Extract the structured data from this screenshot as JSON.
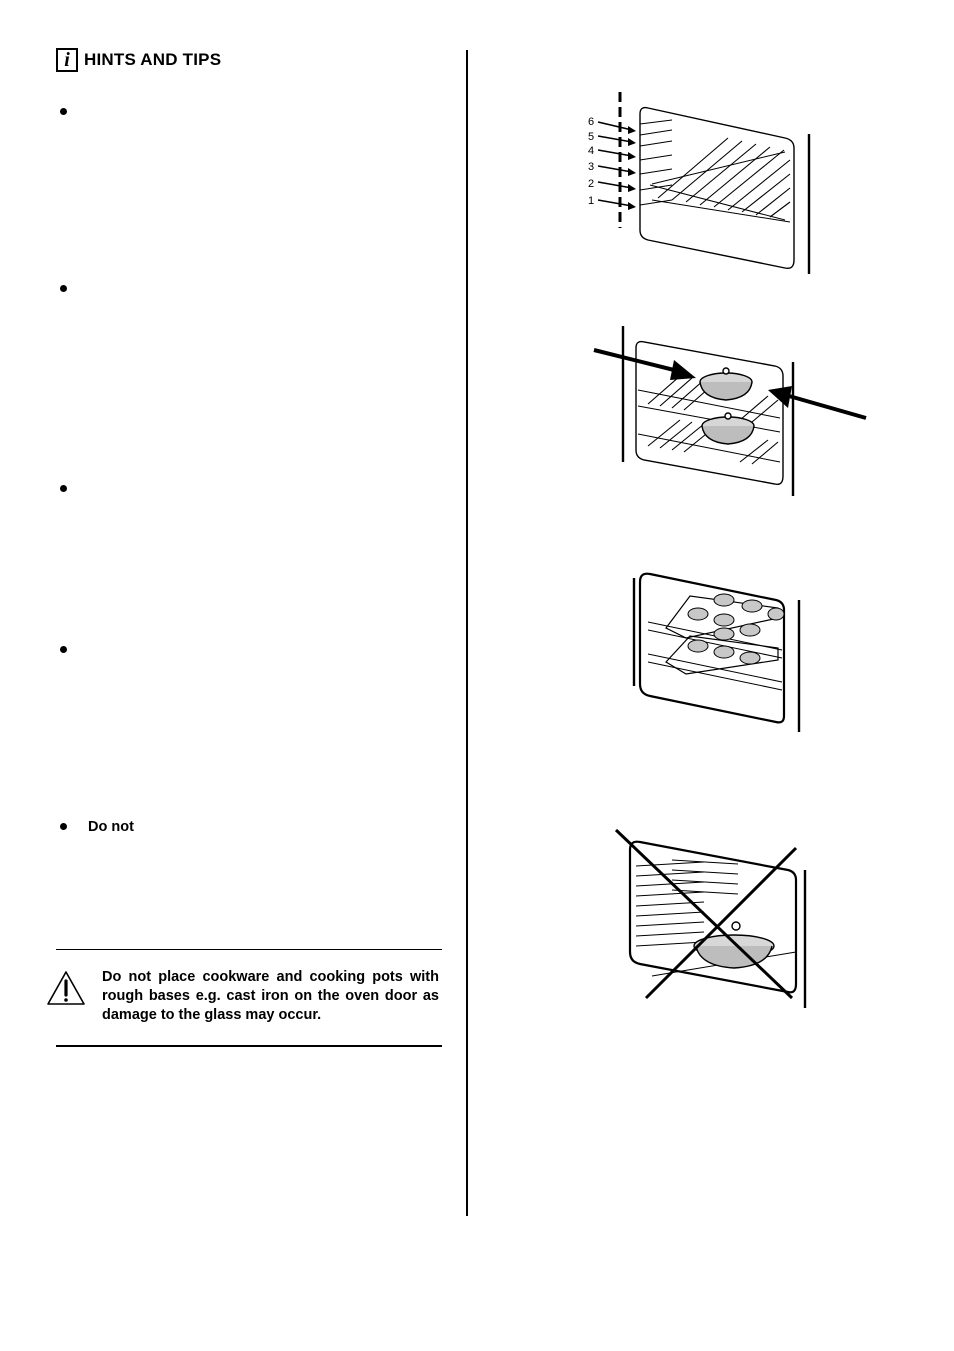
{
  "section": {
    "heading": "HINTS AND TIPS",
    "info_icon_letter": "i"
  },
  "bullets": [
    {
      "text": ""
    },
    {
      "text": ""
    },
    {
      "text": ""
    },
    {
      "text": ""
    },
    {
      "text": "Do  not"
    }
  ],
  "warning": {
    "text": "Do not place cookware and cooking pots with rough bases e.g. cast iron on the oven door as damage to the glass may occur.",
    "icon": "warning-triangle-icon"
  },
  "figures": [
    {
      "name": "shelf-positions",
      "shelf_labels": [
        "6",
        "5",
        "4",
        "3",
        "2",
        "1"
      ]
    },
    {
      "name": "dish-placement"
    },
    {
      "name": "two-trays-cupcakes"
    },
    {
      "name": "dish-on-oven-floor-crossed"
    }
  ]
}
